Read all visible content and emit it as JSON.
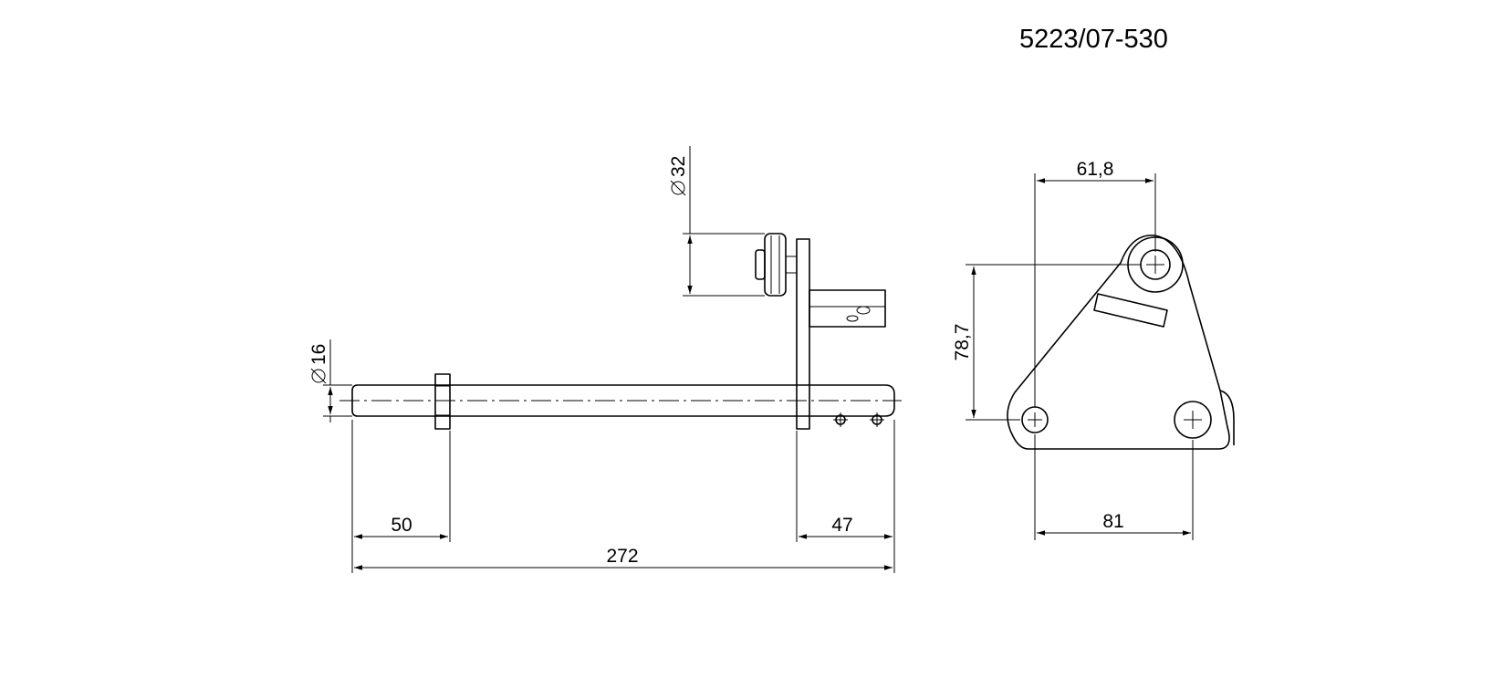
{
  "drawing_number": "5223/07-530",
  "side_view": {
    "diameter_shaft": "16",
    "diameter_roller": "32",
    "length_left": "50",
    "length_right": "47",
    "length_total": "272"
  },
  "front_view": {
    "width_top": "61,8",
    "height": "78,7",
    "width_bottom": "81"
  }
}
